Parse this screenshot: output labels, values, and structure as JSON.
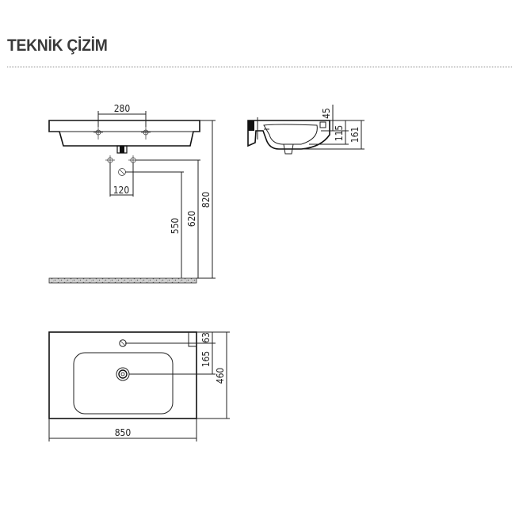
{
  "header": {
    "title": "TEKNİK ÇİZİM"
  },
  "front_view": {
    "dim_tap_spacing": "280",
    "dim_drain_spacing": "120",
    "dim_drain_height": "550",
    "dim_supply_height": "620",
    "dim_total_height": "820"
  },
  "side_view": {
    "dim_rim": "45",
    "dim_bowl_depth": "115",
    "dim_total_depth": "161"
  },
  "top_view": {
    "dim_tap_offset": "63",
    "dim_drain_offset": "165",
    "dim_depth": "460",
    "dim_width": "850"
  }
}
